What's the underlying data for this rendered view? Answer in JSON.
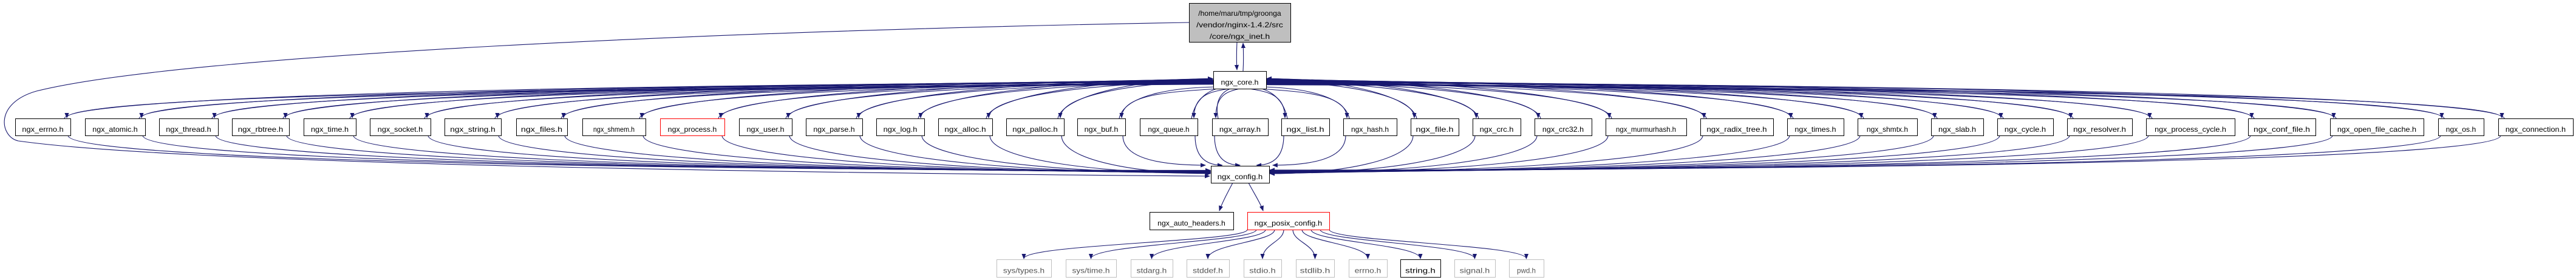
{
  "graph": {
    "edge_color": "#191970",
    "root": {
      "lines": [
        "/home/maru/tmp/groonga",
        "/vendor/nginx-1.4.2/src",
        "/core/ngx_inet.h"
      ],
      "style": "root"
    },
    "core": {
      "label": "ngx_core.h",
      "style": "normal"
    },
    "row": [
      {
        "label": "ngx_errno.h",
        "style": "normal"
      },
      {
        "label": "ngx_atomic.h",
        "style": "normal"
      },
      {
        "label": "ngx_thread.h",
        "style": "normal"
      },
      {
        "label": "ngx_rbtree.h",
        "style": "normal"
      },
      {
        "label": "ngx_time.h",
        "style": "normal"
      },
      {
        "label": "ngx_socket.h",
        "style": "normal"
      },
      {
        "label": "ngx_string.h",
        "style": "normal"
      },
      {
        "label": "ngx_files.h",
        "style": "normal"
      },
      {
        "label": "ngx_shmem.h",
        "style": "normal"
      },
      {
        "label": "ngx_process.h",
        "style": "red"
      },
      {
        "label": "ngx_user.h",
        "style": "normal"
      },
      {
        "label": "ngx_parse.h",
        "style": "normal"
      },
      {
        "label": "ngx_log.h",
        "style": "normal"
      },
      {
        "label": "ngx_alloc.h",
        "style": "normal"
      },
      {
        "label": "ngx_palloc.h",
        "style": "normal"
      },
      {
        "label": "ngx_buf.h",
        "style": "normal"
      },
      {
        "label": "ngx_queue.h",
        "style": "normal"
      },
      {
        "label": "ngx_array.h",
        "style": "normal"
      },
      {
        "label": "ngx_list.h",
        "style": "normal"
      },
      {
        "label": "ngx_hash.h",
        "style": "normal"
      },
      {
        "label": "ngx_file.h",
        "style": "normal"
      },
      {
        "label": "ngx_crc.h",
        "style": "normal"
      },
      {
        "label": "ngx_crc32.h",
        "style": "normal"
      },
      {
        "label": "ngx_murmurhash.h",
        "style": "normal"
      },
      {
        "label": "ngx_radix_tree.h",
        "style": "normal"
      },
      {
        "label": "ngx_times.h",
        "style": "normal"
      },
      {
        "label": "ngx_shmtx.h",
        "style": "normal"
      },
      {
        "label": "ngx_slab.h",
        "style": "normal"
      },
      {
        "label": "ngx_cycle.h",
        "style": "normal"
      },
      {
        "label": "ngx_resolver.h",
        "style": "normal"
      },
      {
        "label": "ngx_process_cycle.h",
        "style": "normal"
      },
      {
        "label": "ngx_conf_file.h",
        "style": "normal"
      },
      {
        "label": "ngx_open_file_cache.h",
        "style": "normal"
      },
      {
        "label": "ngx_os.h",
        "style": "normal"
      },
      {
        "label": "ngx_connection.h",
        "style": "normal"
      }
    ],
    "config": {
      "label": "ngx_config.h",
      "style": "normal"
    },
    "config_children": [
      {
        "label": "ngx_auto_headers.h",
        "style": "normal"
      },
      {
        "label": "ngx_posix_config.h",
        "style": "red"
      }
    ],
    "posix_children": [
      {
        "label": "sys/types.h",
        "style": "gray"
      },
      {
        "label": "sys/time.h",
        "style": "gray"
      },
      {
        "label": "stdarg.h",
        "style": "gray"
      },
      {
        "label": "stddef.h",
        "style": "gray"
      },
      {
        "label": "stdio.h",
        "style": "gray"
      },
      {
        "label": "stdlib.h",
        "style": "gray"
      },
      {
        "label": "errno.h",
        "style": "gray"
      },
      {
        "label": "string.h",
        "style": "normal"
      },
      {
        "label": "signal.h",
        "style": "gray"
      },
      {
        "label": "pwd.h",
        "style": "gray"
      }
    ]
  }
}
